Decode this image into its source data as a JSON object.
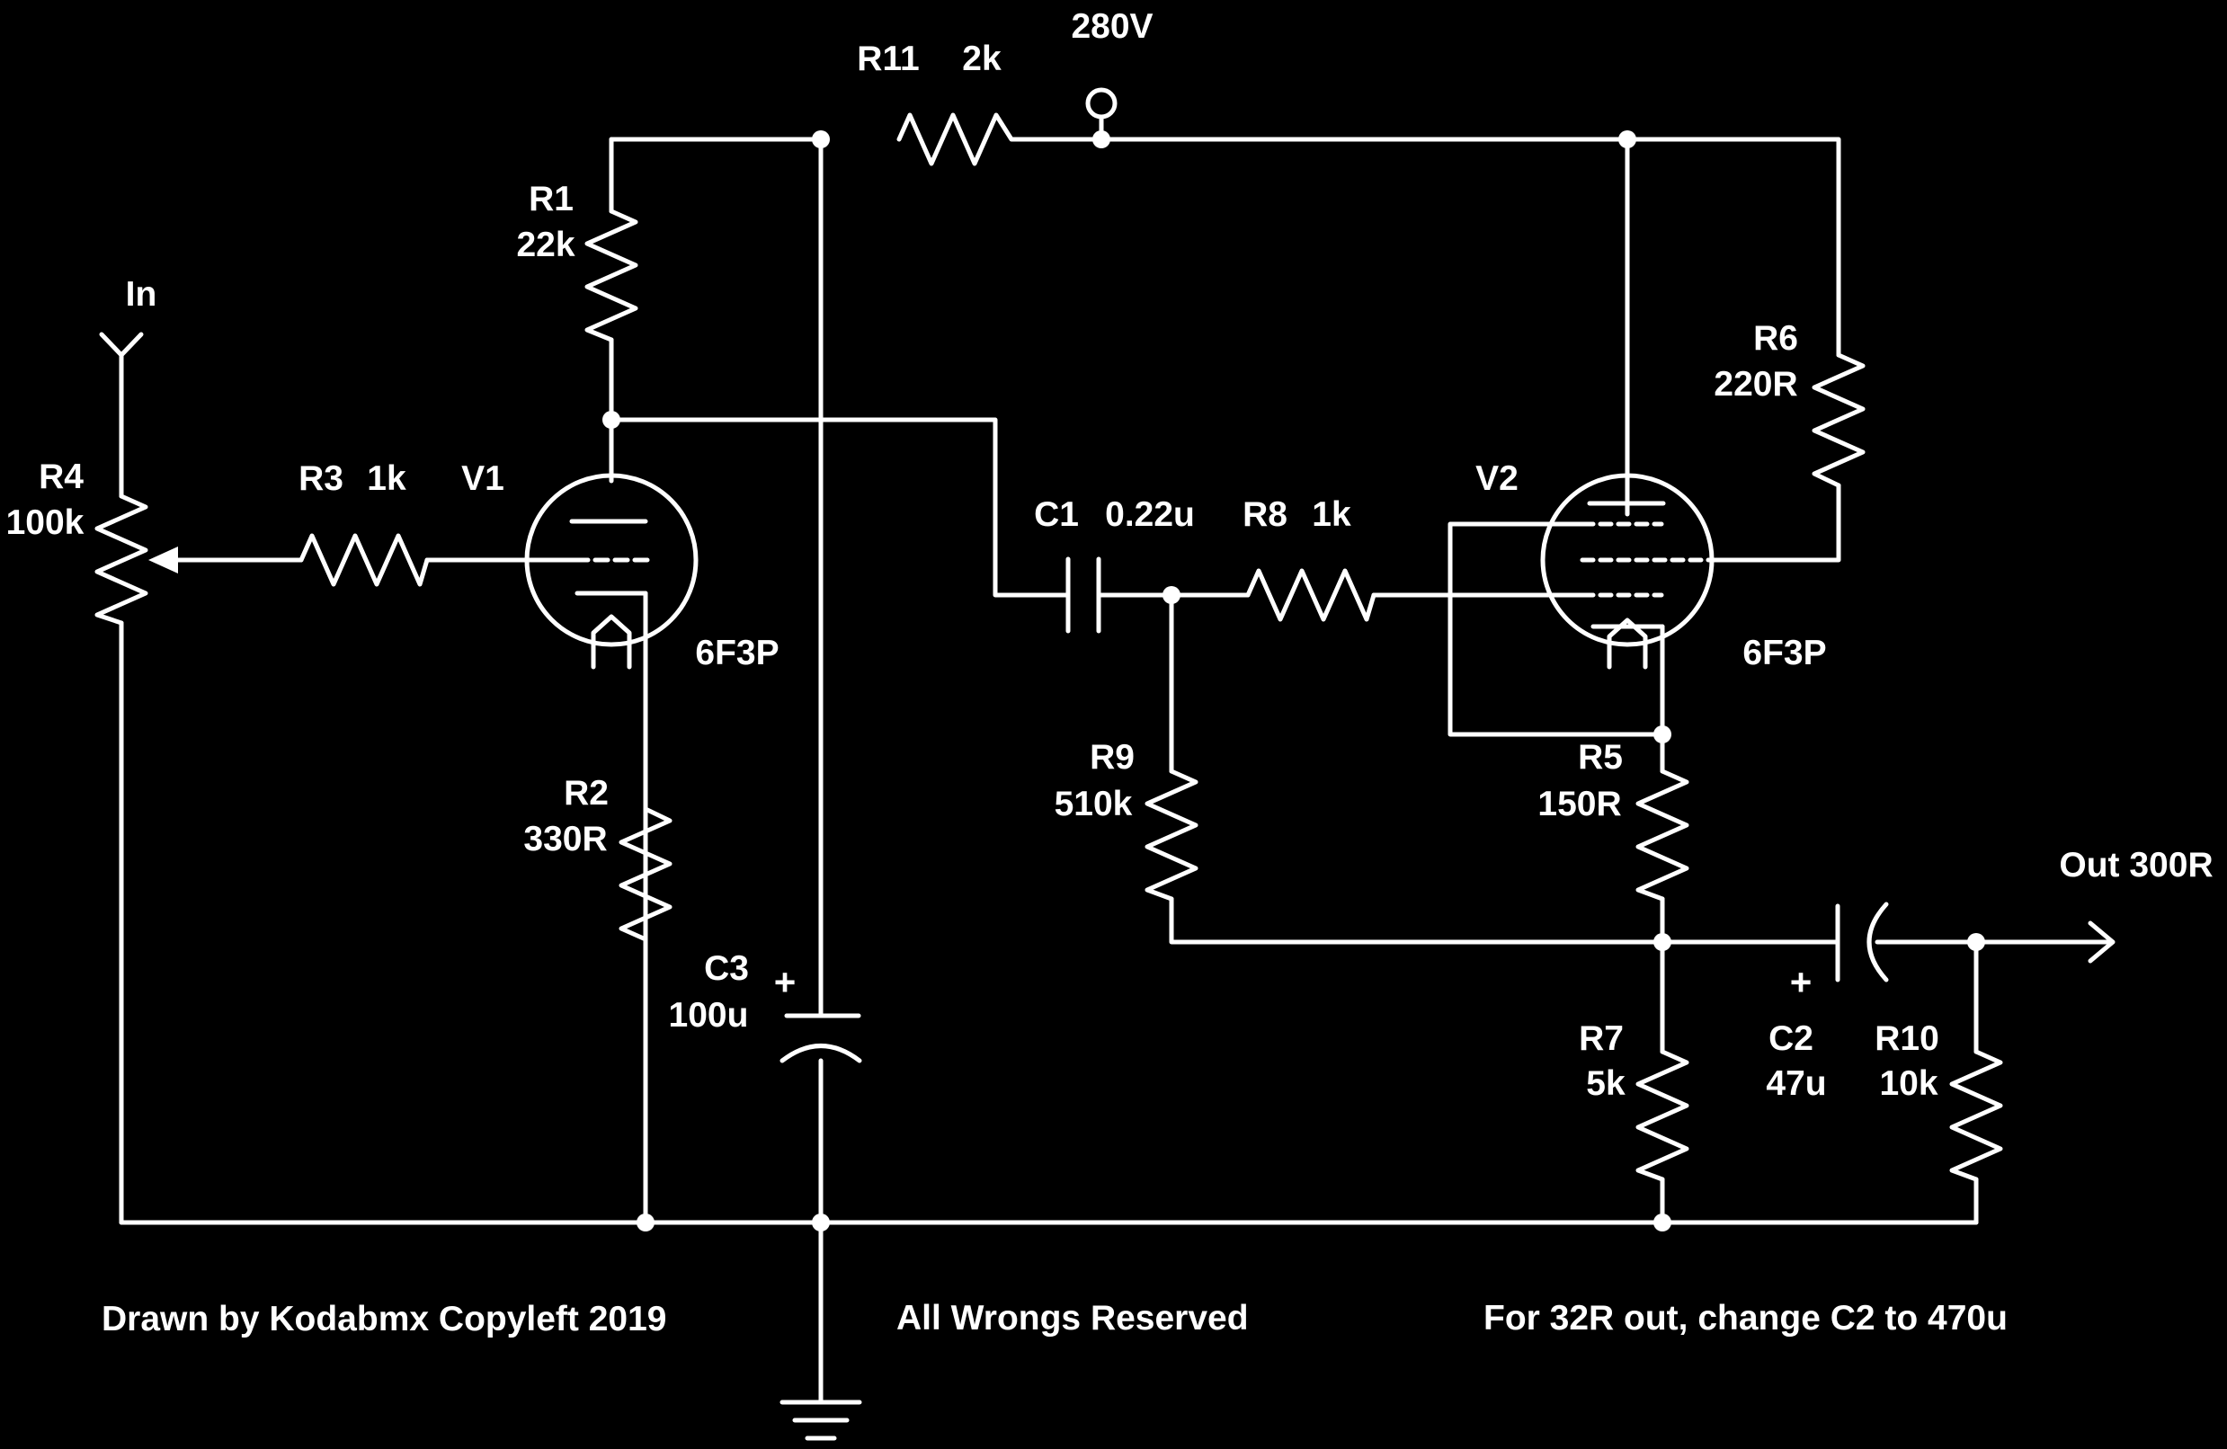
{
  "supply": {
    "label": "280V"
  },
  "input": {
    "label": "In"
  },
  "output": {
    "label": "Out 300R"
  },
  "components": {
    "R11": {
      "ref": "R11",
      "value": "2k"
    },
    "R1": {
      "ref": "R1",
      "value": "22k"
    },
    "R2": {
      "ref": "R2",
      "value": "330R"
    },
    "R3": {
      "ref": "R3",
      "value": "1k"
    },
    "R4": {
      "ref": "R4",
      "value": "100k"
    },
    "R5": {
      "ref": "R5",
      "value": "150R"
    },
    "R6": {
      "ref": "R6",
      "value": "220R"
    },
    "R7": {
      "ref": "R7",
      "value": "5k"
    },
    "R8": {
      "ref": "R8",
      "value": "1k"
    },
    "R9": {
      "ref": "R9",
      "value": "510k"
    },
    "R10": {
      "ref": "R10",
      "value": "10k"
    },
    "C1": {
      "ref": "C1",
      "value": "0.22u"
    },
    "C2": {
      "ref": "C2",
      "value": "47u"
    },
    "C3": {
      "ref": "C3",
      "value": "100u"
    },
    "V1": {
      "ref": "V1",
      "type": "6F3P"
    },
    "V2": {
      "ref": "V2",
      "type": "6F3P"
    }
  },
  "polarity_mark": "+",
  "notes": {
    "credit": "Drawn by Kodabmx Copyleft 2019",
    "rights": "All Wrongs Reserved",
    "tip": "For 32R out, change C2 to 470u"
  }
}
